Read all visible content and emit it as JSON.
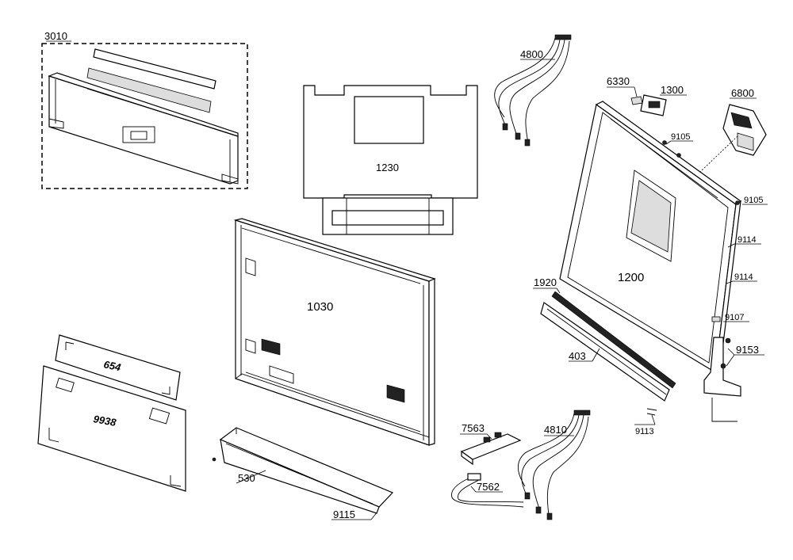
{
  "parts": {
    "p3010": "3010",
    "p4800": "4800",
    "p6330": "6330",
    "p1300": "1300",
    "p6800": "6800",
    "p9105a": "9105",
    "p9105b": "9105",
    "p1230": "1230",
    "p9114a": "9114",
    "p9114b": "9114",
    "p1200": "1200",
    "p1920": "1920",
    "p1030": "1030",
    "p9107": "9107",
    "p9153": "9153",
    "p403": "403",
    "p654": "654",
    "p9938": "9938",
    "p7563": "7563",
    "p4810": "4810",
    "p9113": "9113",
    "p530": "530",
    "p7562": "7562",
    "p9115": "9115"
  }
}
